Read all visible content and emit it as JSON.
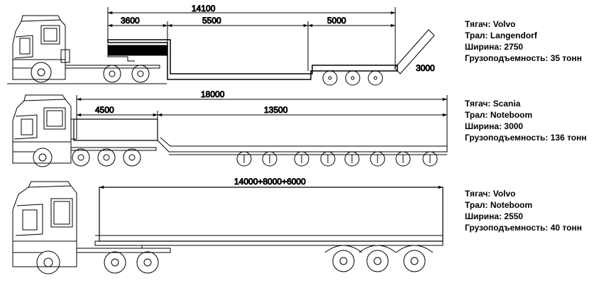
{
  "trucks": [
    {
      "dims": [
        "14100",
        "3600",
        "5500",
        "5000",
        "3000"
      ],
      "info": {
        "tractor": "Тягач: Volvo",
        "trailer": "Трал: Langendorf",
        "width": "Ширина: 2750",
        "capacity": "Грузоподъемность: 35 тонн"
      }
    },
    {
      "dims": [
        "18000",
        "4500",
        "13500"
      ],
      "info": {
        "tractor": "Тягач: Scania",
        "trailer": "Трал: Noteboom",
        "width": "Ширина: 3000",
        "capacity": "Грузоподъемность: 136 тонн"
      }
    },
    {
      "dims": [
        "14000+8000+6000"
      ],
      "info": {
        "tractor": "Тягач: Volvo",
        "trailer": "Трал: Noteboom",
        "width": "Ширина: 2550",
        "capacity": "Грузоподъемность: 40 тонн"
      }
    }
  ]
}
